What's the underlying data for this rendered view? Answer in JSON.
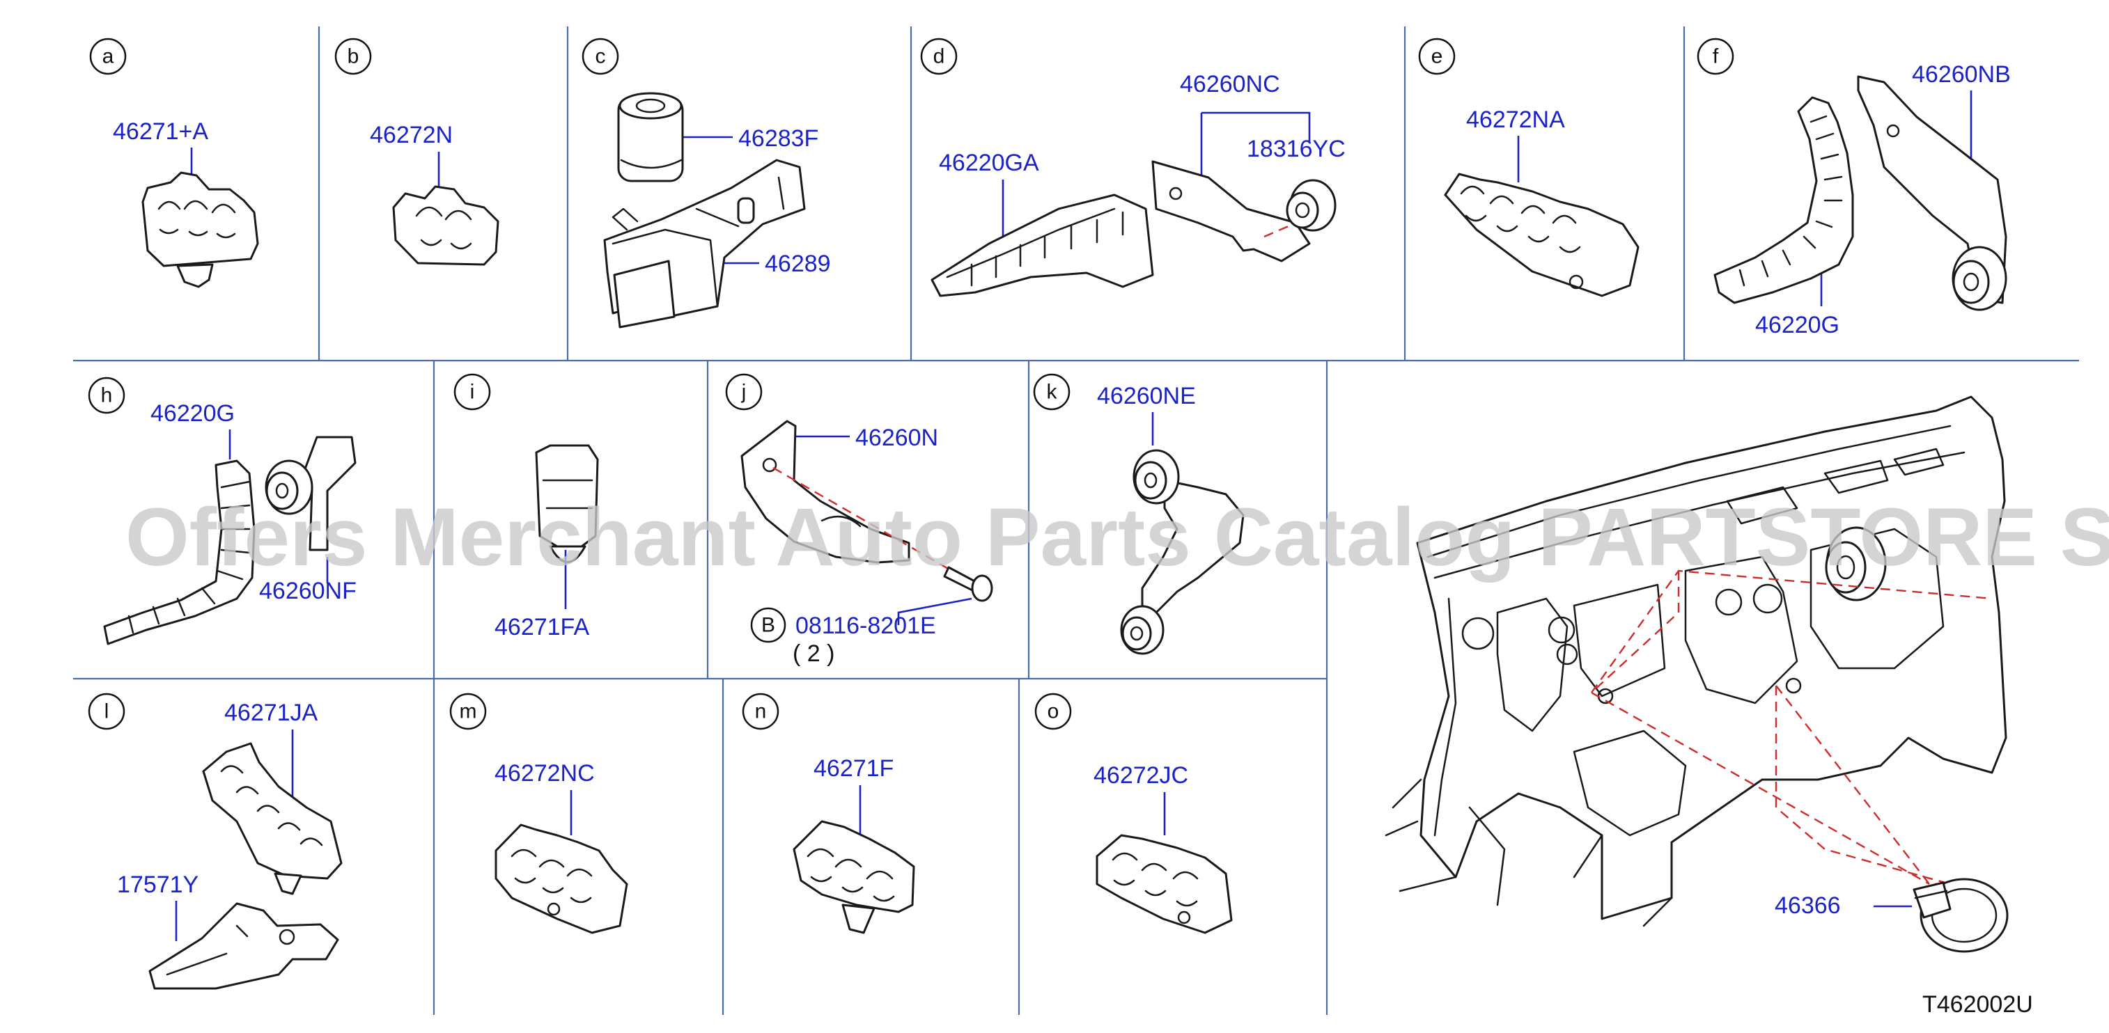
{
  "watermark": "Offers Merchant Auto Parts Catalog PARTSTORE SA",
  "diagram_code": "T462002U",
  "panels": {
    "a": {
      "letter": "a",
      "parts": [
        "46271+A"
      ]
    },
    "b": {
      "letter": "b",
      "parts": [
        "46272N"
      ]
    },
    "c": {
      "letter": "c",
      "parts": [
        "46283F",
        "46289"
      ]
    },
    "d": {
      "letter": "d",
      "parts": [
        "46260NC",
        "46220GA",
        "18316YC"
      ]
    },
    "e": {
      "letter": "e",
      "parts": [
        "46272NA"
      ]
    },
    "f": {
      "letter": "f",
      "parts": [
        "46260NB",
        "46220G"
      ]
    },
    "h": {
      "letter": "h",
      "parts": [
        "46220G",
        "46260NF"
      ]
    },
    "i": {
      "letter": "i",
      "parts": [
        "46271FA"
      ]
    },
    "j": {
      "letter": "j",
      "parts": [
        "46260N",
        "08116-8201E"
      ],
      "bolt_marker": "B",
      "bolt_qty": "( 2 )"
    },
    "k": {
      "letter": "k",
      "parts": [
        "46260NE"
      ]
    },
    "l": {
      "letter": "l",
      "parts": [
        "46271JA",
        "17571Y"
      ]
    },
    "m": {
      "letter": "m",
      "parts": [
        "46272NC"
      ]
    },
    "n": {
      "letter": "n",
      "parts": [
        "46271F"
      ]
    },
    "o": {
      "letter": "o",
      "parts": [
        "46272JC"
      ]
    },
    "main": {
      "parts": [
        "46366"
      ]
    }
  }
}
